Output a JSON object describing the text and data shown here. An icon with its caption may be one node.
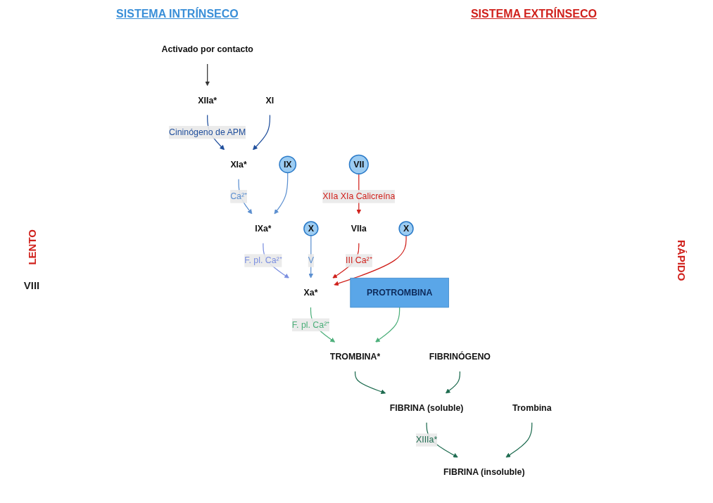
{
  "diagram": {
    "nodes": [
      {
        "text": [
          "XIIa*"
        ]
      },
      {
        "text": [
          "Activado por contacto"
        ]
      },
      {
        "text": [
          "XI"
        ]
      },
      {
        "text": [
          "XIa*"
        ]
      },
      {
        "text": [
          "IX"
        ]
      },
      {
        "text": [
          "IXa*"
        ]
      },
      {
        "text": [
          "X"
        ]
      },
      {
        "text": [
          "Xa*"
        ]
      },
      {
        "text": [
          "VIIa"
        ]
      },
      {
        "text": [
          "VII"
        ]
      },
      {
        "text": [
          "X"
        ]
      },
      {
        "text": [
          "PROTROMBINA"
        ]
      },
      {
        "text": [
          "TROMBINA*"
        ]
      },
      {
        "text": [
          "FIBRINÓGENO"
        ]
      },
      {
        "text": [
          "FIBRINA (soluble)"
        ]
      },
      {
        "text": [
          "FIBRINA (insoluble)"
        ]
      },
      {
        "text": [
          "Trombina"
        ]
      }
    ],
    "edges": [
      {
        "from": 1,
        "to": 0,
        "arrow": "to",
        "color": "#333333"
      },
      {
        "from": 0,
        "to": 3,
        "arrow": "to",
        "label": "Cininógeno de APM",
        "color": "#1f4e9c"
      },
      {
        "from": 2,
        "to": 3,
        "arrow": "to",
        "color": "#1f4e9c"
      },
      {
        "from": 3,
        "to": 5,
        "arrow": "to",
        "label": "Ca²⁺",
        "color": "#5b8fd0"
      },
      {
        "from": 4,
        "to": 5,
        "arrow": "to",
        "color": "#5b8fd0"
      },
      {
        "from": 5,
        "to": 7,
        "arrow": "to",
        "label": "F. pl. Ca²⁺",
        "color": "#7b8fe0"
      },
      {
        "from": 6,
        "to": 7,
        "arrow": "to",
        "label": "V",
        "color": "#5b8fd0"
      },
      {
        "from": 9,
        "to": 8,
        "arrow": "to",
        "label": "XIIa XIa Calicreína",
        "color": "#d0211c"
      },
      {
        "from": 8,
        "to": 7,
        "arrow": "to",
        "label": "III Ca²⁺",
        "color": "#d0211c"
      },
      {
        "from": 10,
        "to": 7,
        "arrow": "to",
        "color": "#d0211c"
      },
      {
        "from": 7,
        "to": 12,
        "arrow": "to",
        "label": "F. pl. Ca²⁺",
        "color": "#4caf7a"
      },
      {
        "from": 11,
        "to": 12,
        "arrow": "to",
        "color": "#4caf7a"
      },
      {
        "from": 12,
        "to": 14,
        "arrow": "to",
        "color": "#1d6b4f"
      },
      {
        "from": 13,
        "to": 14,
        "arrow": "to",
        "color": "#1d6b4f"
      },
      {
        "from": 14,
        "to": 15,
        "arrow": "to",
        "label": "XIIIa*",
        "color": "#1d6b4f"
      },
      {
        "from": 16,
        "to": 15,
        "arrow": "to",
        "color": "#1d6b4f"
      }
    ],
    "labels": [
      "SISTEMA INTRÍNSECO",
      "SISTEMA EXTRÍNSECO",
      "LENTO",
      "VIII",
      "RÁPIDO"
    ]
  }
}
